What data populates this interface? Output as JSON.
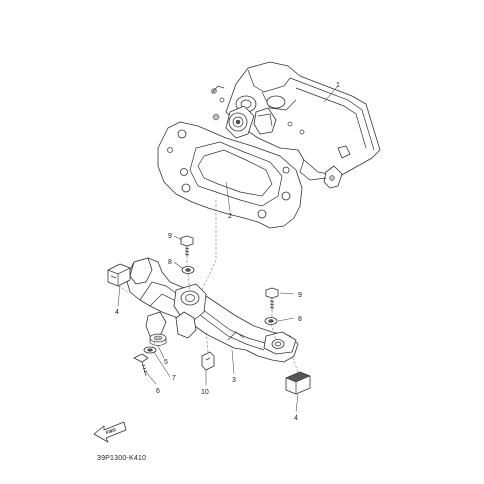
{
  "diagram": {
    "callouts": [
      "1",
      "2",
      "9",
      "8",
      "4",
      "5",
      "7",
      "6",
      "10",
      "3",
      "9",
      "8",
      "4"
    ],
    "fwd_label": "FWD",
    "figure_code": "39P1300-K410"
  }
}
